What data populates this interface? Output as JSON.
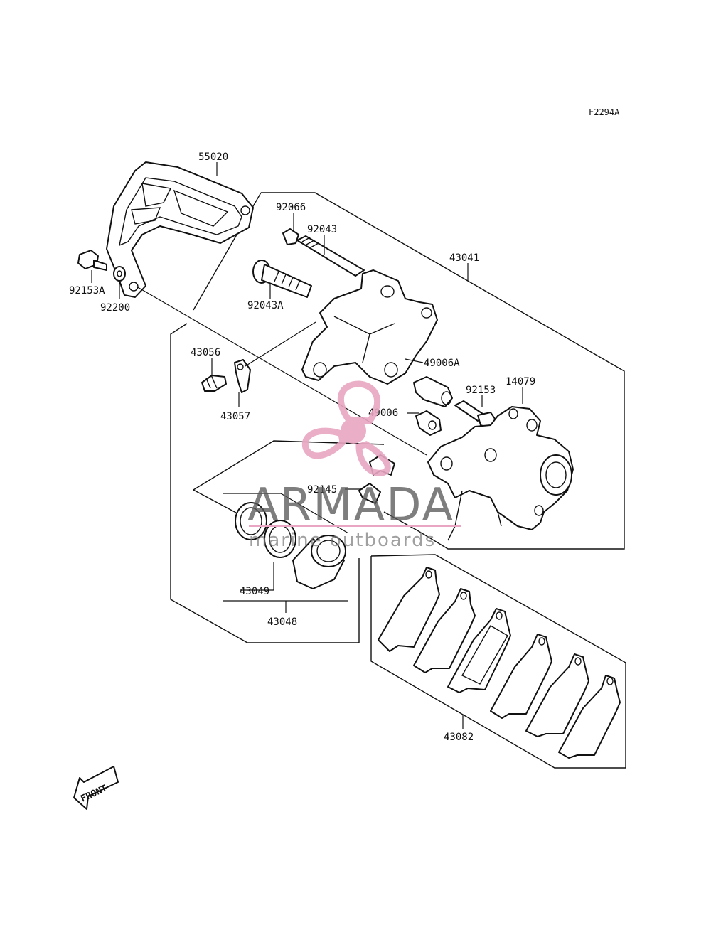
{
  "diagram_code": "F2294A",
  "parts": [
    {
      "key": "p55020",
      "number": "55020"
    },
    {
      "key": "p92066",
      "number": "92066"
    },
    {
      "key": "p92043",
      "number": "92043"
    },
    {
      "key": "p43041",
      "number": "43041"
    },
    {
      "key": "p92153A",
      "number": "92153A"
    },
    {
      "key": "p92200",
      "number": "92200"
    },
    {
      "key": "p92043A",
      "number": "92043A"
    },
    {
      "key": "p43056",
      "number": "43056"
    },
    {
      "key": "p49006A",
      "number": "49006A"
    },
    {
      "key": "p92153",
      "number": "92153"
    },
    {
      "key": "p14079",
      "number": "14079"
    },
    {
      "key": "p43057",
      "number": "43057"
    },
    {
      "key": "p49006",
      "number": "49006"
    },
    {
      "key": "p92145",
      "number": "92145"
    },
    {
      "key": "p43049",
      "number": "43049"
    },
    {
      "key": "p43048",
      "number": "43048"
    },
    {
      "key": "p43082",
      "number": "43082"
    }
  ],
  "watermark": {
    "brand": "ARMADA",
    "tagline": "marine outboards",
    "logo_color": "#e8a6c2"
  },
  "direction_marker": "FRONT"
}
